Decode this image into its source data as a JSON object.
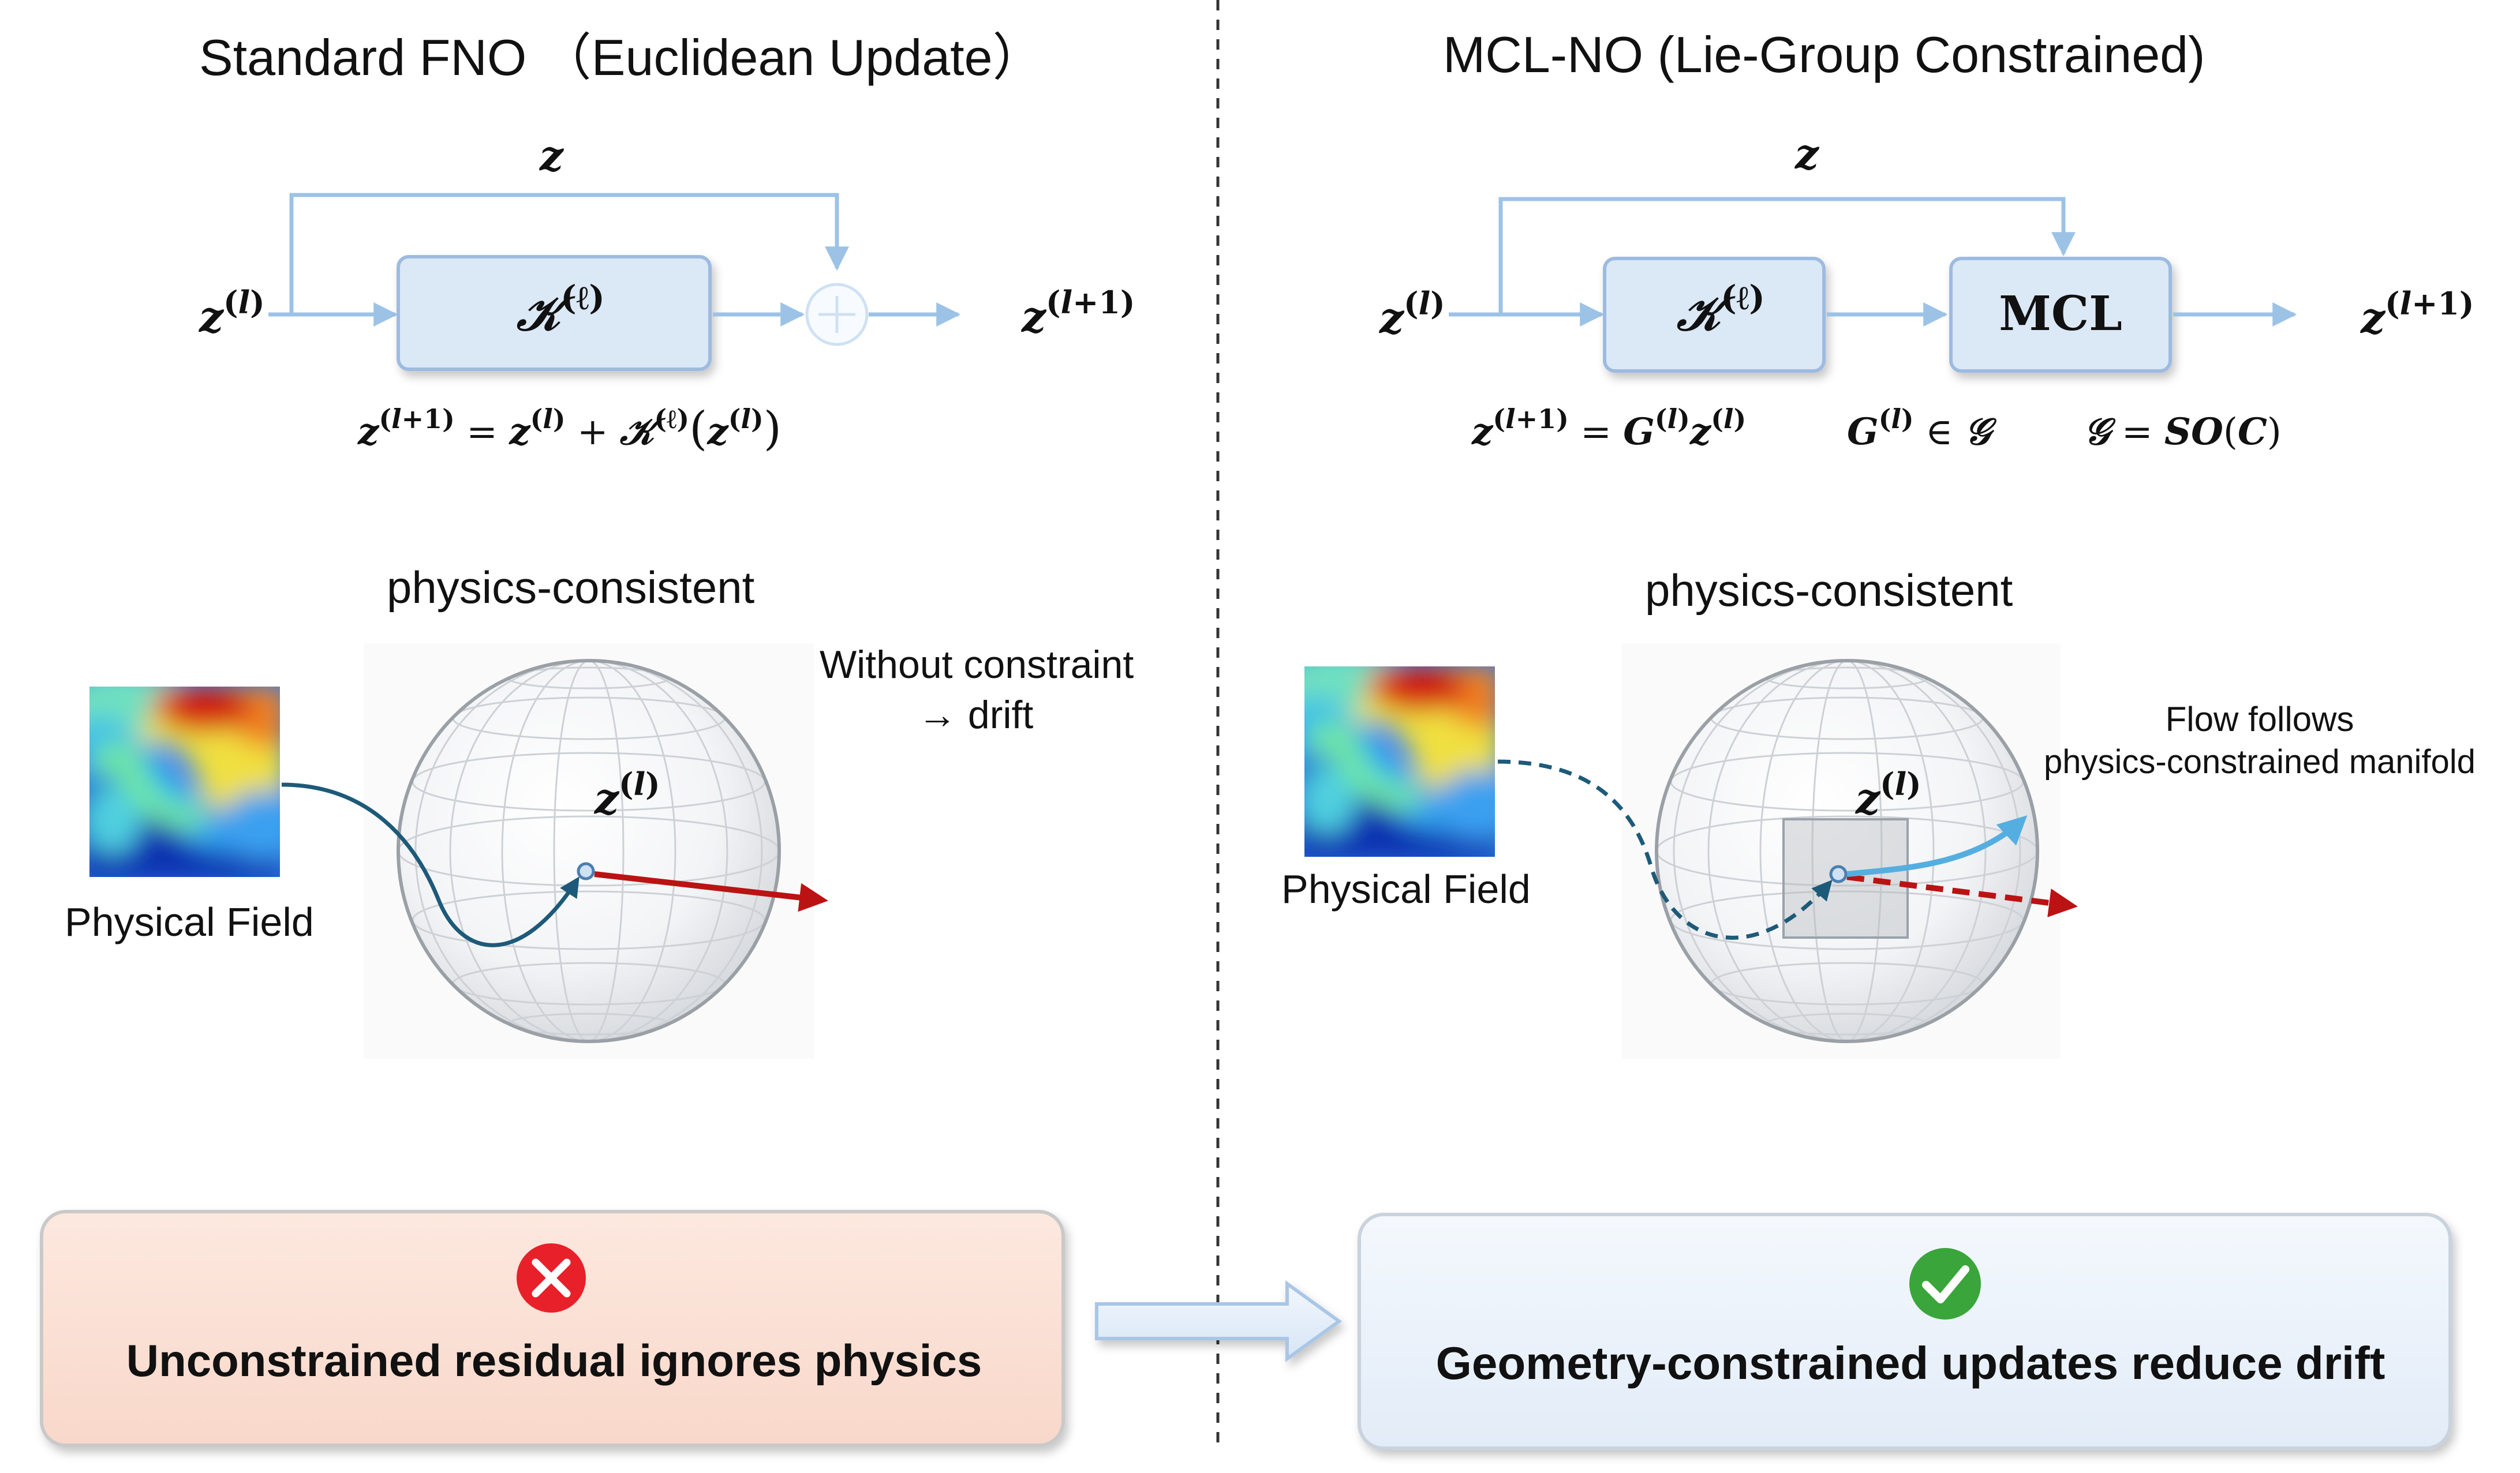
{
  "colors": {
    "block_fill": "#dbe8f6",
    "block_stroke": "#9dbbe0",
    "arrow_blue": "#9cc3e6",
    "traj_dark": "#1d5a79",
    "drift_red": "#bb1313",
    "flow_blue": "#55aee0",
    "left_box_fill": "#fbe0d5",
    "right_box_fill": "#ebf2fa",
    "icon_red": "#e8202a",
    "icon_green": "#3aa53a"
  },
  "left": {
    "title": "Standard FNO （Euclidean Update）",
    "skip_label": "z",
    "input_label": "z(l)",
    "output_label": "z(l+1)",
    "block_label": "𝒦(ℓ)",
    "equation": "z(l+1) = z(l) + 𝒦(ℓ)(z(l))",
    "section_title": "physics-consistent",
    "field_label": "Physical Field",
    "sphere_label": "z(l)",
    "drift_note_line1": "Without constraint",
    "drift_note_line2": "→  drift",
    "conclusion": "Unconstrained residual ignores physics",
    "status_icon": "cross-icon"
  },
  "right": {
    "title": "MCL-NO (Lie-Group Constrained)",
    "skip_label": "z",
    "input_label": "z(l)",
    "output_label": "z(l+1)",
    "block1_label": "𝒦(ℓ)",
    "block2_label": "MCL",
    "equation1": "z(l+1) = G(l)z(l)",
    "equation2": "G(l) ∈ 𝒢",
    "equation3": "𝒢  = SO(C)",
    "section_title": "physics-consistent",
    "field_label": "Physical Field",
    "sphere_label": "z(l)",
    "flow_note_line1": "Flow follows",
    "flow_note_line2": "physics-constrained manifold",
    "conclusion": "Geometry-constrained updates reduce drift",
    "status_icon": "check-icon"
  },
  "transition_arrow": "hollow-right-arrow-icon"
}
